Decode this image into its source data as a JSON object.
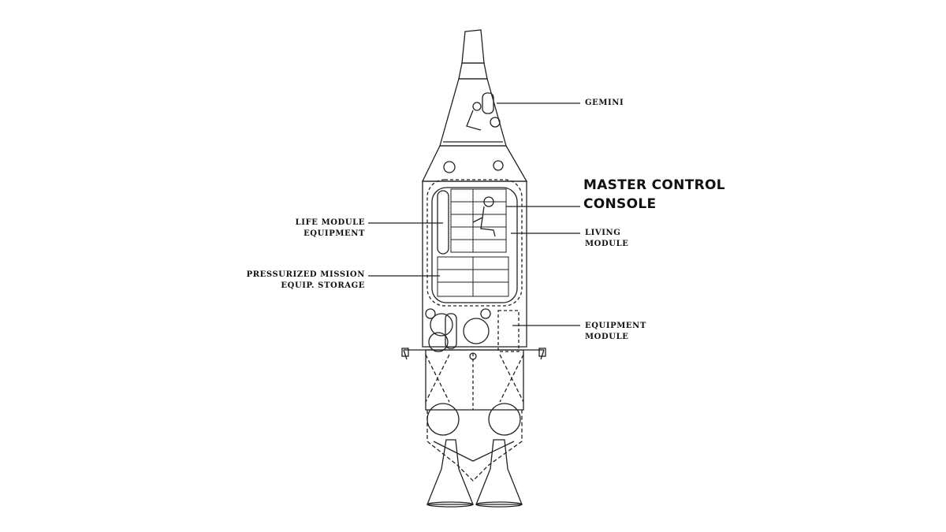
{
  "labels": {
    "gemini": "GEMINI",
    "master_control_console": [
      "MASTER CONTROL",
      "CONSOLE"
    ],
    "life_module_equipment": [
      "LIFE MODULE",
      "EQUIPMENT"
    ],
    "living_module": [
      "LIVING",
      "MODULE"
    ],
    "pressurized_mission_storage": [
      "PRESSURIZED MISSION",
      "EQUIP. STORAGE"
    ],
    "equipment_module": [
      "EQUIPMENT",
      "MODULE"
    ]
  }
}
